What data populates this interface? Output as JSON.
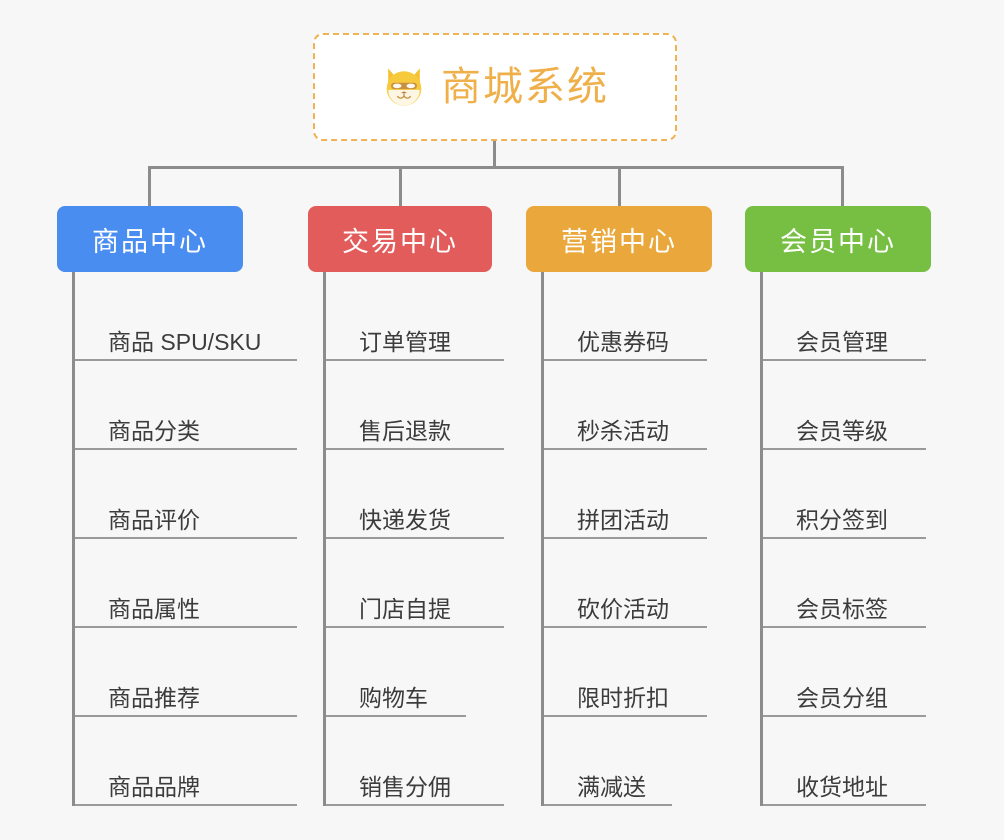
{
  "page": {
    "background_color": "#f7f7f8",
    "line_color": "#8c8c8c"
  },
  "root": {
    "title": "商城系统",
    "icon": "dog-face-emoji",
    "border_color": "#f0b252",
    "text_color": "#efb04a"
  },
  "branches": [
    {
      "label": "商品中心",
      "color": "#4a8df0",
      "items": [
        {
          "label": "商品 SPU/SKU"
        },
        {
          "label": "商品分类"
        },
        {
          "label": "商品评价"
        },
        {
          "label": "商品属性"
        },
        {
          "label": "商品推荐"
        },
        {
          "label": "商品品牌"
        }
      ]
    },
    {
      "label": "交易中心",
      "color": "#e25c5c",
      "items": [
        {
          "label": "订单管理"
        },
        {
          "label": "售后退款"
        },
        {
          "label": "快递发货"
        },
        {
          "label": "门店自提"
        },
        {
          "label": "购物车"
        },
        {
          "label": "销售分佣"
        }
      ]
    },
    {
      "label": "营销中心",
      "color": "#eaa83c",
      "items": [
        {
          "label": "优惠券码"
        },
        {
          "label": "秒杀活动"
        },
        {
          "label": "拼团活动"
        },
        {
          "label": "砍价活动"
        },
        {
          "label": "限时折扣"
        },
        {
          "label": "满减送"
        }
      ]
    },
    {
      "label": "会员中心",
      "color": "#76bf43",
      "items": [
        {
          "label": "会员管理"
        },
        {
          "label": "会员等级"
        },
        {
          "label": "积分签到"
        },
        {
          "label": "会员标签"
        },
        {
          "label": "会员分组"
        },
        {
          "label": "收货地址"
        }
      ]
    }
  ]
}
